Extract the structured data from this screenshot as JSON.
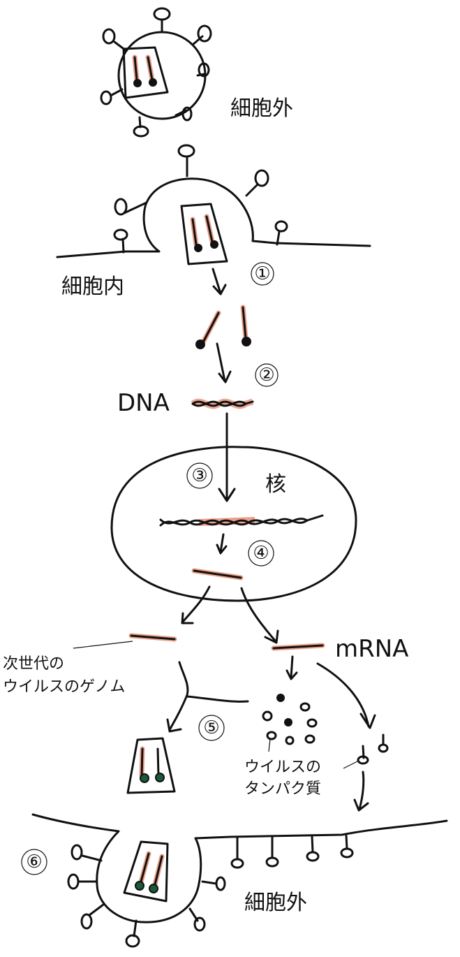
{
  "labels": {
    "extracellular_top": "細胞外",
    "intracellular": "細胞内",
    "dna": "DNA",
    "nucleus": "核",
    "mrna": "mRNA",
    "next_gen_genome_line1": "次世代の",
    "next_gen_genome_line2": "ウイルスのゲノム",
    "viral_protein_line1": "ウイルスの",
    "viral_protein_line2": "タンパク質",
    "extracellular_bottom": "細胞外"
  },
  "steps": [
    "①",
    "②",
    "③",
    "④",
    "⑤",
    "⑥"
  ],
  "colors": {
    "ink": "#111111",
    "rna": "#d9522a",
    "nucleotide_head": "#1a5a3a",
    "background": "#ffffff"
  }
}
